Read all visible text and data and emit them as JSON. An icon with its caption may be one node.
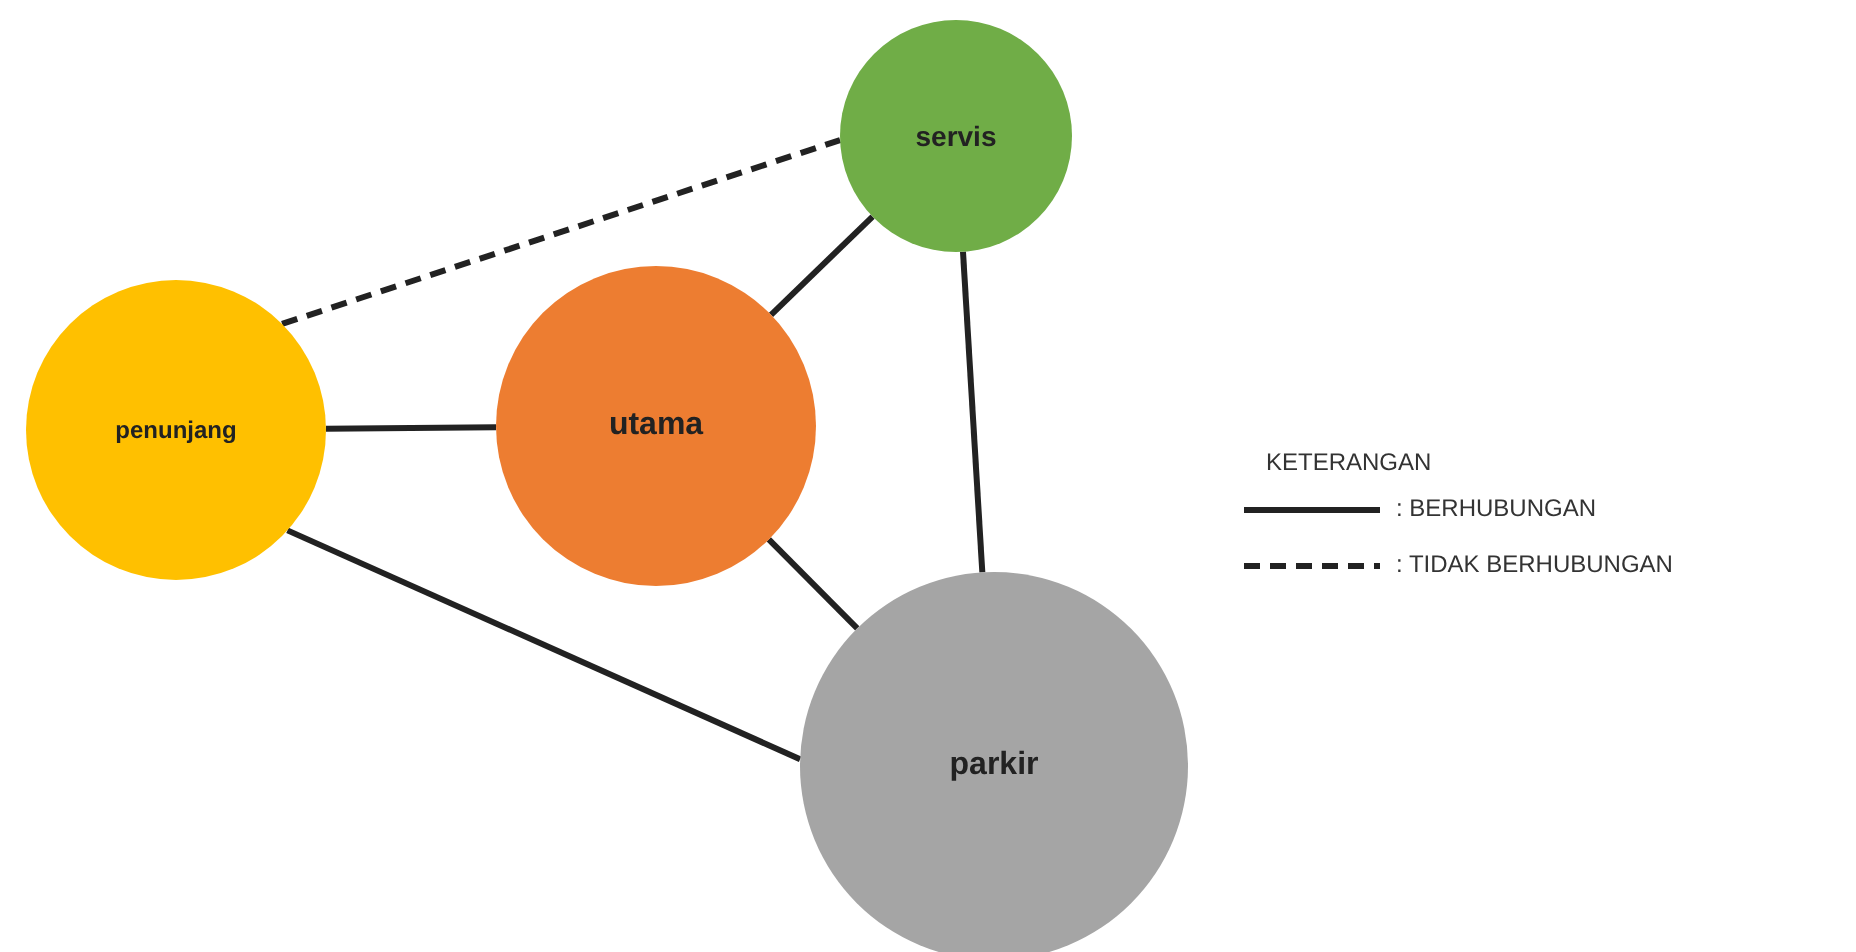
{
  "diagram": {
    "nodes": [
      {
        "text": [
          "servis"
        ]
      },
      {
        "text": [
          "penunjang"
        ]
      },
      {
        "text": [
          "utama"
        ]
      },
      {
        "text": [
          "parkir"
        ]
      }
    ],
    "edges": [
      {
        "from": 1,
        "to": 0,
        "arrow": "none",
        "style": "dashed"
      },
      {
        "from": 0,
        "to": 2,
        "arrow": "none"
      },
      {
        "from": 0,
        "to": 3,
        "arrow": "none"
      },
      {
        "from": 1,
        "to": 2,
        "arrow": "none"
      },
      {
        "from": 2,
        "to": 3,
        "arrow": "none"
      },
      {
        "from": 1,
        "to": 3,
        "arrow": "none"
      }
    ],
    "labels": [
      "KETERANGAN"
    ],
    "legend": [
      {
        "text": ": BERHUBUNGAN"
      },
      {
        "text": ": TIDAK BERHUBUNGAN"
      }
    ]
  }
}
